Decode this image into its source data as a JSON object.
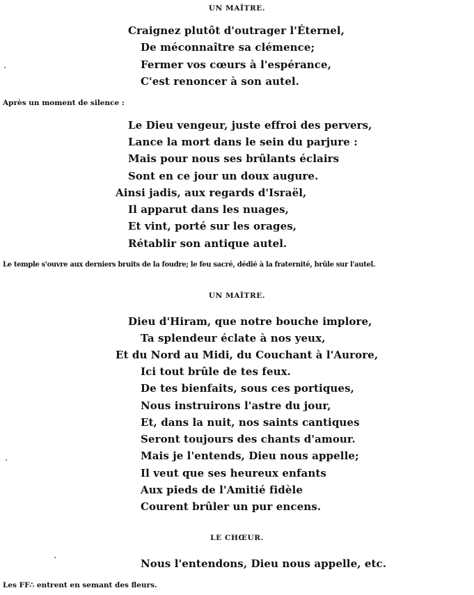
{
  "headings": {
    "h1": "UN MAÎTRE.",
    "h2": "UN MAÎTRE.",
    "h3": "LE CHŒUR."
  },
  "stanza1": [
    "Craignez plutôt d'outrager l'Éternel,",
    "De méconnaître sa clémence;",
    "Fermer vos cœurs à l'espérance,",
    "C'est renoncer à son autel."
  ],
  "stage1": "Après un moment de silence :",
  "stanza2": [
    "Le Dieu vengeur, juste effroi des pervers,",
    "Lance la mort dans le sein du parjure :",
    "Mais pour nous ses brûlants éclairs",
    "Sont en ce jour un doux augure.",
    "Ainsi jadis, aux regards d'Israël,",
    "Il apparut dans les nuages,",
    "Et vint, porté sur les orages,",
    "Rétablir son antique autel."
  ],
  "stage2": "Le temple s'ouvre aux derniers bruits de la foudre; le feu sacré, dédié à la fraternité, brûle sur l'autel.",
  "stanza3": [
    "Dieu d'Hiram, que notre bouche implore,",
    "Ta splendeur éclate à nos yeux,",
    "Et du Nord au Midi, du Couchant à l'Aurore,",
    "Ici tout brûle de tes feux.",
    "De tes bienfaits, sous ces portiques,",
    "Nous instruirons l'astre du jour,",
    "Et, dans la nuit, nos saints cantiques",
    "Seront toujours des chants d'amour.",
    "Mais je l'entends, Dieu nous appelle;",
    "Il veut que ses heureux enfants",
    "Aux pieds de l'Amitié fidèle",
    "Courent brûler un pur encens."
  ],
  "chorus": "Nous l'entendons, Dieu nous appelle, etc.",
  "stage3": "Les FF∴ entrent en semant des fleurs."
}
